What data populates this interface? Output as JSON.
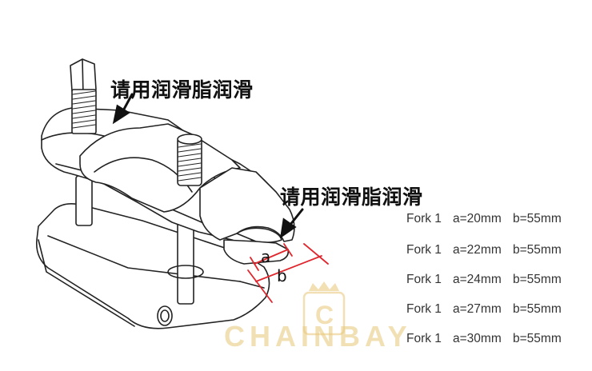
{
  "labels": {
    "lubricate_top": "请用润滑脂润滑",
    "lubricate_right": "请用润滑脂润滑"
  },
  "dimensions": {
    "a": "a",
    "b": "b"
  },
  "specs": [
    {
      "fork": "Fork 1",
      "a": "a=20mm",
      "b": "b=55mm"
    },
    {
      "fork": "Fork 1",
      "a": "a=22mm",
      "b": "b=55mm"
    },
    {
      "fork": "Fork 1",
      "a": "a=24mm",
      "b": "b=55mm"
    },
    {
      "fork": "Fork 1",
      "a": "a=27mm",
      "b": "b=55mm"
    },
    {
      "fork": "Fork 1",
      "a": "a=30mm",
      "b": "b=55mm"
    }
  ],
  "watermark": {
    "text": "CHAINBAY",
    "logo_letter": "C"
  },
  "colors": {
    "line": "#222222",
    "dimension": "#e0262d",
    "watermark": "#e8c678"
  }
}
